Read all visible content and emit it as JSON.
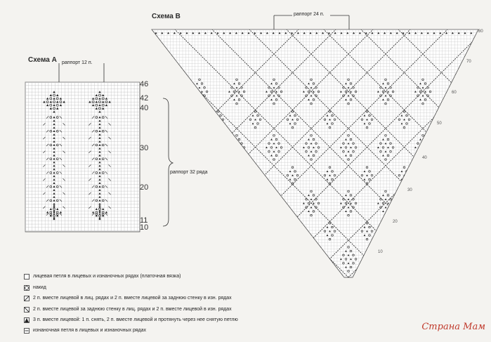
{
  "scheme_a": {
    "title": "Схема А",
    "repeat_label": "раппорт 12 п.",
    "row_numbers": [
      "46",
      "42",
      "40",
      "30",
      "20",
      "11",
      "10"
    ],
    "side_label": "раппорт 32 ряда"
  },
  "scheme_b": {
    "title": "Схема В",
    "repeat_label": "раппорт 24 п.",
    "row_numbers": [
      "80",
      "70",
      "60",
      "50",
      "40",
      "30",
      "20",
      "10"
    ]
  },
  "legend": [
    {
      "symbol": "empty-square-icon",
      "text": "лицевая петля в лицевых и изнаночных рядах (платочная вязка)"
    },
    {
      "symbol": "circle-icon",
      "text": "накид"
    },
    {
      "symbol": "right-slash-icon",
      "text": "2 п. вместе лицевой в лиц. рядах и 2 п. вместе лицевой за заднюю стенку в изн. рядах"
    },
    {
      "symbol": "left-slash-icon",
      "text": "2 п. вместе лицевой за заднюю стенку в лиц. рядах и 2 п. вместе лицевой в изн. рядах"
    },
    {
      "symbol": "triangle-icon",
      "text": "3 п. вместе лицевой: 1 п. снять, 2 п. вместе лицевой и протянуть через нее снятую петлю"
    },
    {
      "symbol": "dash-icon",
      "text": "изнаночная петля в лицевых и изнаночных рядах"
    }
  ],
  "watermark": "Страна Мам"
}
